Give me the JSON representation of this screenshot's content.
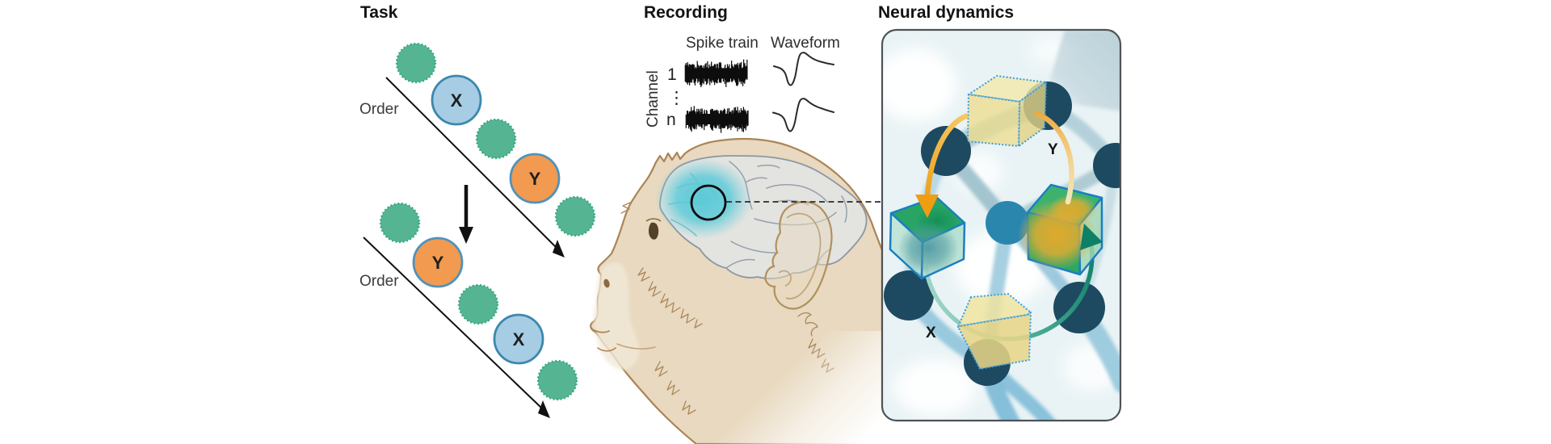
{
  "figure_title": "Task, Recording and Neural dynamics schematic",
  "task": {
    "title": "Task",
    "trial1": {
      "order_label": "Order",
      "sequence": [
        "distractor",
        "X",
        "distractor",
        "Y",
        "distractor"
      ]
    },
    "trial2": {
      "order_label": "Order",
      "sequence": [
        "distractor",
        "Y",
        "distractor",
        "X",
        "distractor"
      ]
    },
    "x_label": "X",
    "y_label": "Y"
  },
  "recording": {
    "title": "Recording",
    "spike_train_label": "Spike train",
    "waveform_label": "Waveform",
    "channel_label": "Channel",
    "channel_first": "1",
    "channel_dots": "⋮",
    "channel_last": "n"
  },
  "dynamics": {
    "title": "Neural dynamics",
    "x_label": "X",
    "y_label": "Y"
  },
  "colors": {
    "item_green_fill": "#55b592",
    "item_green_border": "#2aa17c",
    "item_blue_fill": "#a6cde4",
    "item_blue_border": "#3c88ad",
    "item_orange_fill": "#f29a50",
    "item_orange_border": "#4f93bb",
    "monkey_skin": "#e8d9c0",
    "monkey_outline": "#ab8455",
    "brain_gray": "#e0e2e3",
    "recording_site_cyan": "#5fcbd9",
    "box_background": "#e9f3f5",
    "node_dark": "#1c4963",
    "node_blue": "#2b86ae",
    "ribbon_blue": "#a9cddc",
    "cube_edge_blue": "#1a7ec4",
    "cube_yellow": "#eddd8c",
    "cube_green": "#2fa763",
    "arrow_orange": "#ef9c15",
    "arrow_cream": "#f3e6bc",
    "arrow_teal": "#0f8169"
  }
}
